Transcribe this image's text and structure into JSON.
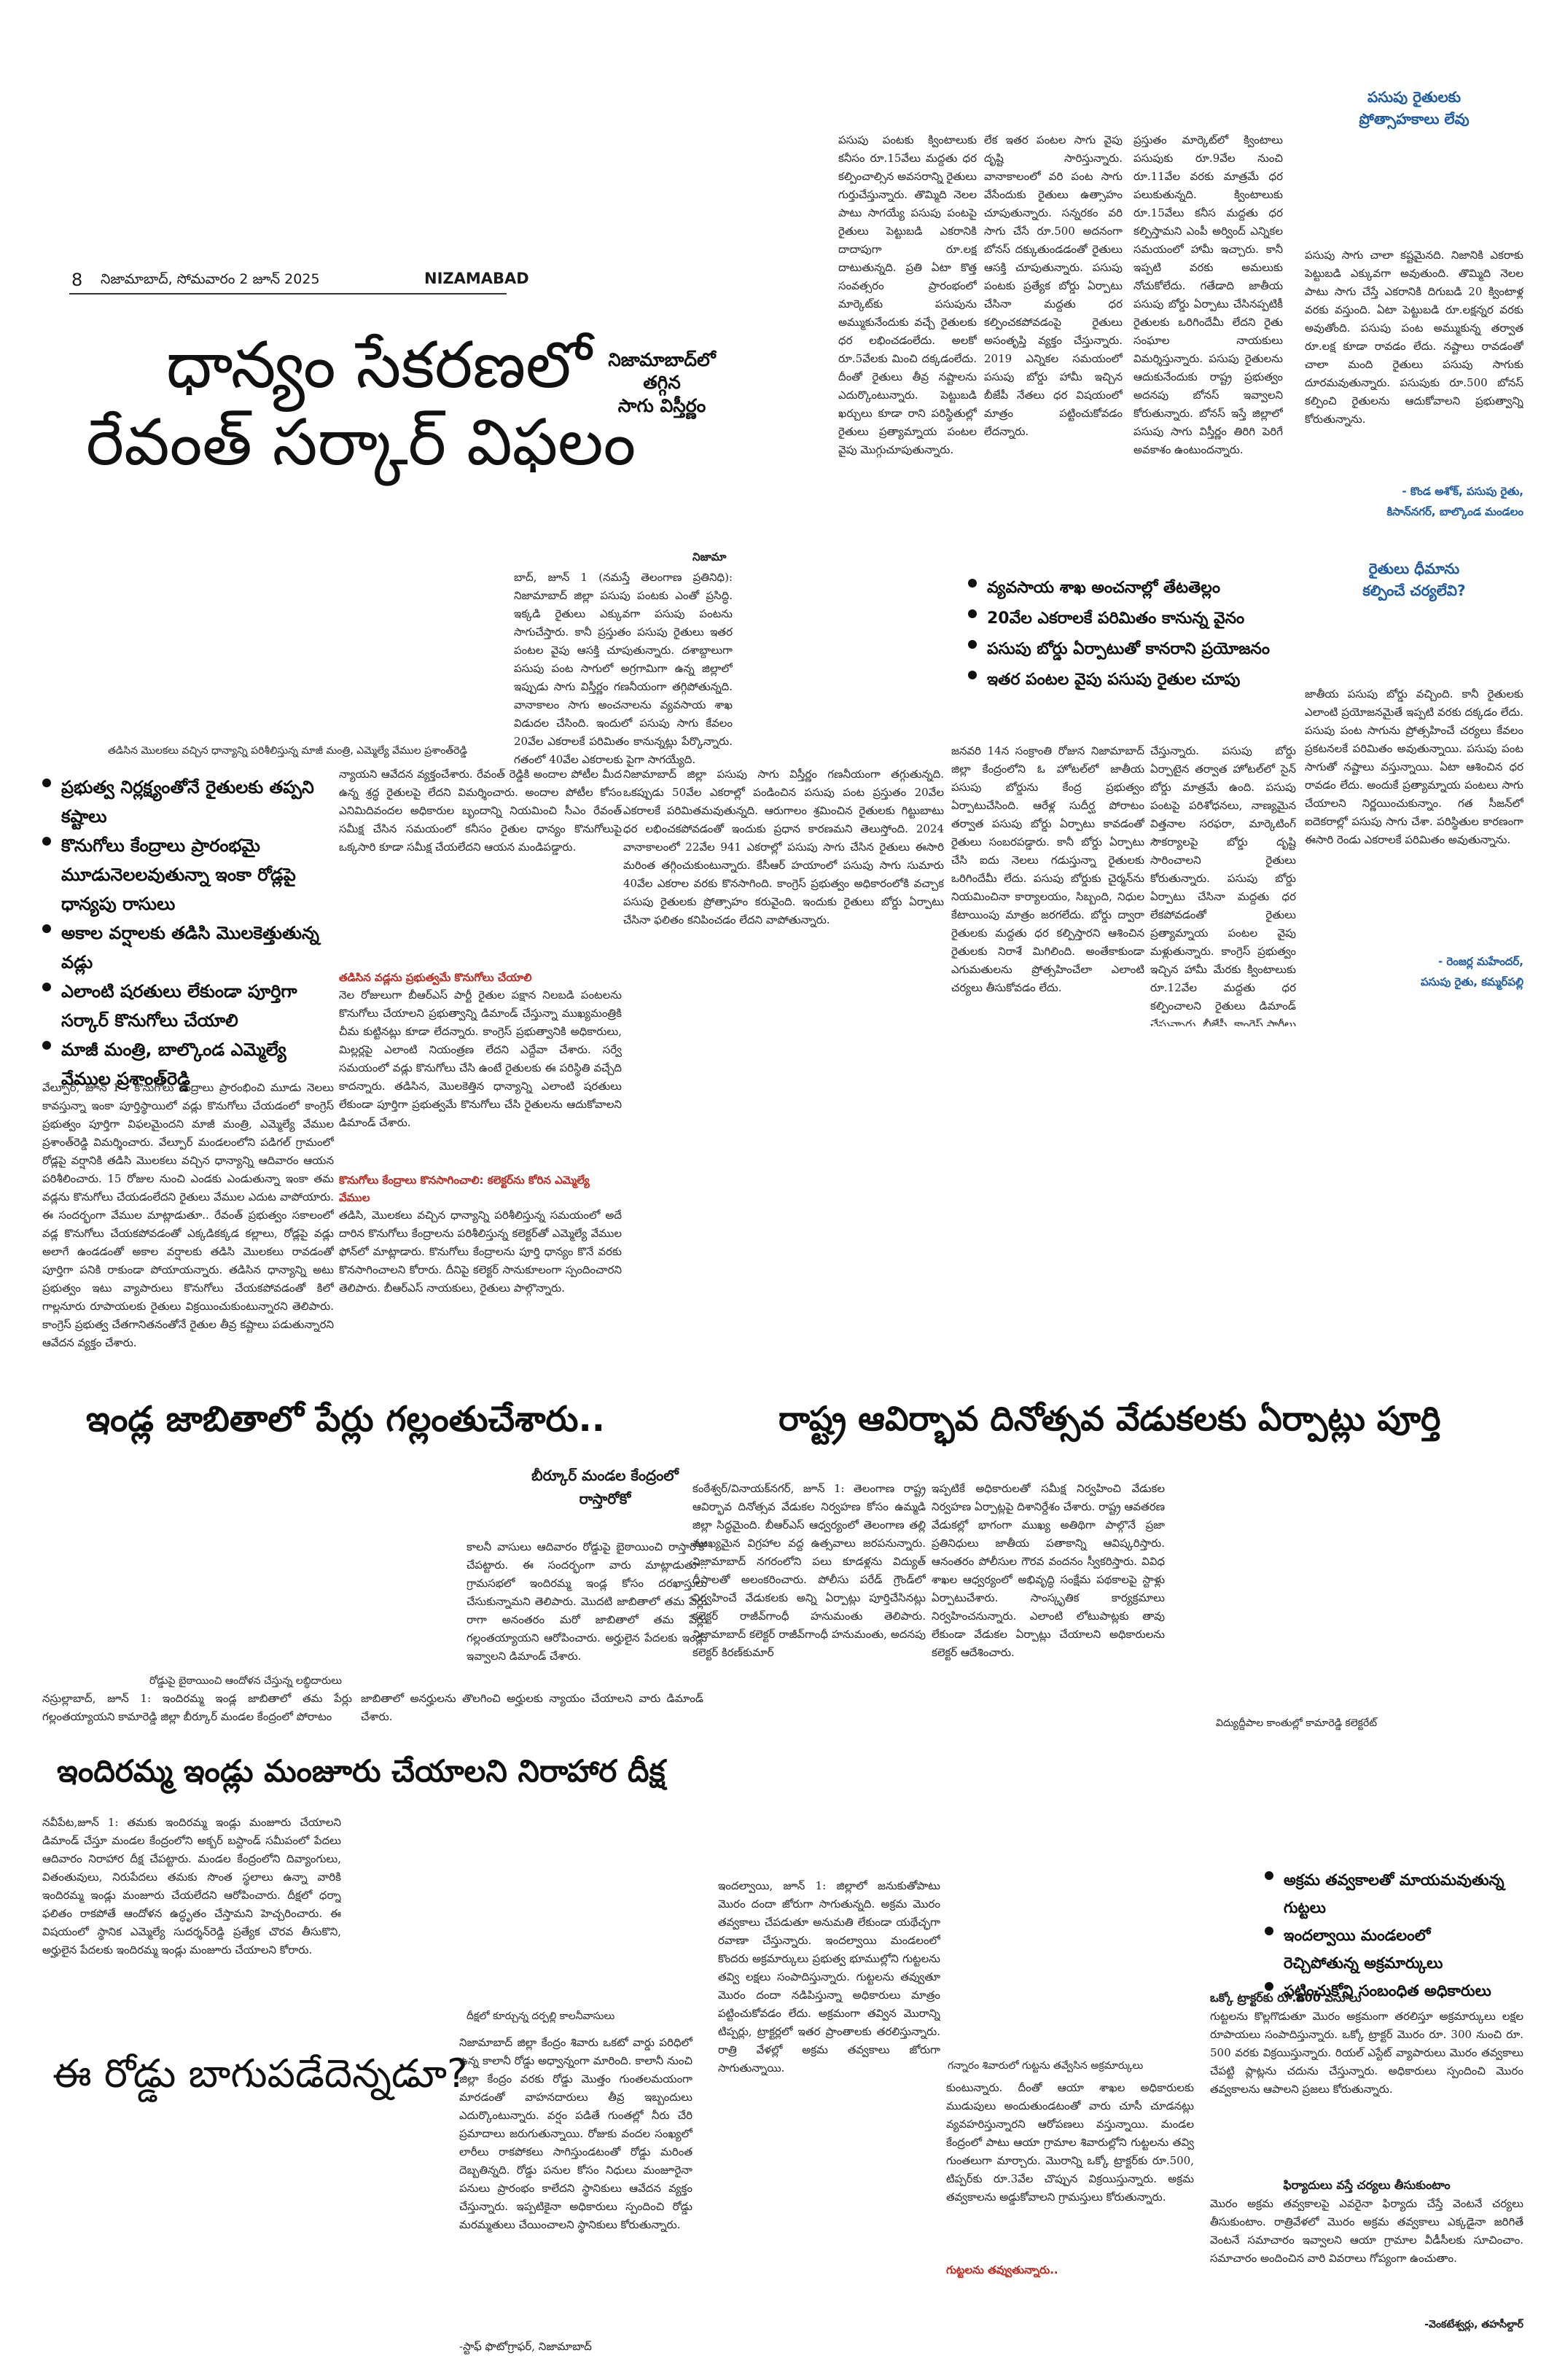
{
  "masthead": {
    "page_number": "8",
    "date_line": "నిజామాబాద్, సోమవారం 2 జూన్ 2025",
    "edition": "NIZAMABAD"
  },
  "story1": {
    "headline_line1": "ధాన్యం సేకరణలో",
    "headline_line2": "రేవంత్ సర్కార్ విఫలం",
    "photo_caption": "తడిసిన మొలకలు వచ్చిన ధాన్యాన్ని పరిశీలిస్తున్న మాజీ మంత్రి, ఎమ్మెల్యే వేముల ప్రశాంత్‌రెడ్డి",
    "bullets": [
      "ప్రభుత్వ నిర్లక్ష్యంతోనే రైతులకు తప్పని కష్టాలు",
      "కొనుగోలు కేంద్రాలు ప్రారంభమై మూడునెలలవుతున్నా ఇంకా రోడ్లపై ధాన్యపు రాసులు",
      "అకాల వర్షాలకు తడిసి మొలకెత్తుతున్న వడ్లు",
      "ఎలాంటి షరతులు లేకుండా పూర్తిగా సర్కార్ కొనుగోలు చేయాలి",
      "మాజీ మంత్రి, బాల్కొండ ఎమ్మెల్యే వేముల ప్రశాంత్‌రెడ్డి"
    ],
    "body_col1": "వేల్పూర్, జూన్ 1 : కొనుగోలు కేంద్రాలు ప్రారంభించి మూడు నెలలు కావస్తున్నా ఇంకా పూర్తిస్థాయిలో వడ్లు కొనుగోలు చేయడంలో కాంగ్రెస్ ప్రభుత్వం పూర్తిగా విఫలమైందని మాజీ మంత్రి, ఎమ్మెల్యే వేముల ప్రశాంత్‌రెడ్డి విమర్శించారు. వేల్పూర్ మండలంలోని పడిగల్ గ్రామంలో రోడ్లపై వర్షానికి తడిసి మొలకలు వచ్చిన ధాన్యాన్ని ఆదివారం ఆయన పరిశీలించారు. 15 రోజుల నుంచి ఎండకు ఎండుతున్నా ఇంకా తమ వడ్లను కొనుగోలు చేయడంలేదని రైతులు వేముల ఎదుట వాపోయారు. ఈ సందర్భంగా వేముల మాట్లాడుతూ.. రేవంత్ ప్రభుత్వం సకాలంలో వడ్ల కొనుగోలు చేయకపోవడంతో ఎక్కడికక్కడ కల్లాలు, రోడ్లపై వడ్లు అలాగే ఉండడంతో అకాల వర్షాలకు తడిసి మొలకలు రావడంతో పూర్తిగా పనికి రాకుండా పోయాయన్నారు. తడిసిన ధాన్యాన్ని అటు ప్రభుత్వం ఇటు వ్యాపారులు కొనుగోలు చేయకపోవడంతో కిలో గాల్లనూరు రూపాయలకు రైతులు విక్రయించుకుంటున్నారని తెలిపారు. కాంగ్రెస్ ప్రభుత్వ చేతగానితనంతోనే రైతుల తీవ్ర కష్టాలు పడుతున్నారని ఆవేదన వ్యక్తం చేశారు.",
    "body_col2": "న్యాయని ఆవేదన వ్యక్తంచేశారు. రేవంత్ రెడ్డికి అందాల పోటీల మీద ఉన్న శ్రద్ధ రైతులపై లేదని విమర్శించారు. అందాల పోటీల కోసం ఎనిమిదివందల అధికారుల బృందాన్ని నియమించి సీఎం రేవంత్ సమీక్ష చేసిన సమయంలో కనీసం రైతుల ధాన్యం కొనుగోలుపై ఒక్కసారి కూడా సమీక్ష చేయలేదని ఆయన మండిపడ్డారు.",
    "subhead_a": "తడిసిన వడ్లను ప్రభుత్వమే కొనుగోలు చేయాలి",
    "body_col2b": "నెల రోజులుగా బీఆర్ఎస్ పార్టీ రైతుల పక్షాన నిలబడి పంటలను కొనుగోలు చేయాలని ప్రభుత్వాన్ని డిమాండ్ చేస్తున్నా ముఖ్యమంత్రికి చీమ కుట్టినట్లు కూడా లేదన్నారు. కాంగ్రెస్ ప్రభుత్వానికి అధికారులు, మిల్లర్లపై ఎలాంటి నియంత్రణ లేదని ఎద్దేవా చేశారు. సర్వే సమయంలో వడ్లు కొనుగోలు చేసి ఉంటే రైతులకు ఈ పరిస్థితి వచ్చేది కాదన్నారు. తడిసిన, మొలకెత్తిన ధాన్యాన్ని ఎలాంటి షరతులు లేకుండా పూర్తిగా ప్రభుత్వమే కొనుగోలు చేసి రైతులను ఆదుకోవాలని డిమాండ్ చేశారు.",
    "subhead_b": "కొనుగోలు కేంద్రాలు కొనసాగించాలి: కలెక్టర్‌ను కోరిన ఎమ్మెల్యే వేముల",
    "body_col2c": "తడిసి, మొలకలు వచ్చిన ధాన్యాన్ని పరిశీలిస్తున్న సమయంలో అదే దారిన కొనుగోలు కేంద్రాలను పరిశీలిస్తున్న కలెక్టర్‌తో ఎమ్మెల్యే వేముల ఫోన్‌లో మాట్లాడారు. కొనుగోలు కేంద్రాలను పూర్తి ధాన్యం కొనే వరకు కొనసాగించాలని కోరారు. దీనిపై కలెక్టర్ సానుకూలంగా స్పందించారని తెలిపారు. బీఆర్ఎస్ నాయకులు, రైతులు పాల్గొన్నారు."
  },
  "story2": {
    "tag_line1": "నిజామాబాద్‌లో",
    "tag_line2": "తగ్గిన",
    "tag_line3": "సాగు విస్తీర్ణం",
    "body_col1": "పసుపు పంటకు క్వింటాలుకు కనీసం రూ.15వేలు మద్దతు ధర కల్పించాల్సిన అవసరాన్ని రైతులు గుర్తుచేస్తున్నారు. తొమ్మిది నెలల పాటు సాగయ్యే పసుపు పంటపై రైతులు పెట్టుబడి ఎకరానికి దాదాపుగా రూ.లక్ష దాటుతున్నది. ప్రతి ఏటా కొత్త సంవత్సరం ప్రారంభంలో మార్కెట్‌కు పసుపును అమ్ముకునేందుకు వచ్చే రైతులకు ధర లభించడంలేదు. అలకో రూ.5వేలకు మించి దక్కడంలేదు. దీంతో రైతులు తీవ్ర నష్టాలను ఎదుర్కొంటున్నారు. పెట్టుబడి ఖర్చులు కూడా రాని పరిస్థితుల్లో రైతులు ప్రత్యామ్నాయ పంటల వైపు మొగ్గుచూపుతున్నారు.",
    "body_col2": "లేక ఇతర పంటల సాగు వైపు దృష్టి సారిస్తున్నారు. వానాకాలంలో వరి పంట సాగు వేసేందుకు రైతులు ఉత్సాహం చూపుతున్నారు. సన్నరకం వరి సాగు చేసే రూ.500 అదనంగా బోనస్ దక్కుతుండడంతో రైతులు ఆసక్తి చూపుతున్నారు. పసుపు పంటకు ప్రత్యేక బోర్డు ఏర్పాటు చేసినా మద్దతు ధర కల్పించకపోవడంపై రైతులు అసంతృప్తి వ్యక్తం చేస్తున్నారు. 2019 ఎన్నికల సమయంలో పసుపు బోర్డు హామీ ఇచ్చిన బీజేపీ నేతలు ధర విషయంలో మాత్రం పట్టించుకోవడం లేదన్నారు.",
    "body_col3": "ప్రస్తుతం మార్కెట్‌లో క్వింటాలు పసుపుకు రూ.9వేల నుంచి రూ.11వేల వరకు మాత్రమే ధర పలుకుతున్నది. క్వింటాలుకు రూ.15వేలు కనీస మద్దతు ధర కల్పిస్తామని ఎంపీ అర్వింద్ ఎన్నికల సమయంలో హామీ ఇచ్చారు. కానీ ఇప్పటి వరకు అమలుకు నోచుకోలేదు. గతేడాది జాతీయ పసుపు బోర్డు ఏర్పాటు చేసినప్పటికీ రైతులకు ఒరిగిందేమీ లేదని రైతు సంఘాల నాయకులు విమర్శిస్తున్నారు. పసుపు రైతులను ఆదుకునేందుకు రాష్ట్ర ప్రభుత్వం అదనపు బోనస్ ఇవ్వాలని కోరుతున్నారు. బోనస్ ఇస్తే జిల్లాలో పసుపు సాగు విస్తీర్ణం తిరిగి పెరిగే అవకాశం ఉంటుందన్నారు."
  },
  "sidebar1": {
    "title_line1": "పసుపు రైతులకు",
    "title_line2": "ప్రోత్సాహకాలు లేవు",
    "body": "పసుపు సాగు చాలా కష్టమైనది. నిజానికి ఎకరాకు పెట్టుబడి ఎక్కువగా అవుతుంది. తొమ్మిది నెలల పాటు సాగు చేస్తే ఎకరానికి దిగుబడి 20 క్వింటాళ్ల వరకు వస్తుంది. ఏటా పెట్టుబడి రూ.లక్షన్నర వరకు అవుతోంది. పసుపు పంట అమ్ముకున్న తర్వాత రూ.లక్ష కూడా రావడం లేదు. నష్టాలు రావడంతో చాలా మంది రైతులు పసుపు సాగుకు దూరమవుతున్నారు. పసుపుకు రూ.500 బోనస్ కల్పించి రైతులను ఆదుకోవాలని ప్రభుత్వాన్ని కోరుతున్నాను.",
    "signature_line1": "- కొండ అశోక్, పసుపు రైతు,",
    "signature_line2": "కిసాన్‌నగర్, బాల్కొండ మండలం"
  },
  "sidebar2": {
    "title_line1": "రైతులు ధీమాను",
    "title_line2": "కల్పించే చర్యలేవి?",
    "body": "జాతీయ పసుపు బోర్డు వచ్చింది. కానీ రైతులకు ఎలాంటి ప్రయోజనమైతే ఇప్పటి వరకు దక్కడం లేదు. పసుపు పంట సాగును ప్రోత్సహించే చర్యలు కేవలం ప్రకటనలకే పరిమితం అవుతున్నాయి. పసుపు పంట సాగుతో నష్టాలు వస్తున్నాయి. ఏటా ఆశించిన ధర రావడం లేదు. అందుకే ప్రత్యామ్నాయ పంటలు సాగు చేయాలని నిర్ణయించుకున్నాం. గత సీజన్‌లో ఐదెకరాల్లో పసుపు సాగు చేశా. పరిస్థితుల కారణంగా ఈసారి రెండు ఎకరాలకే పరిమితం అవుతున్నాను.",
    "signature_line1": "- రెంజర్ల మహేందర్,",
    "signature_line2": "పసుపు రైతు, కమ్మర్‌పల్లి"
  },
  "story3": {
    "bullets": [
      "వ్యవసాయ శాఖ అంచనాల్లో తేటతెల్లం",
      "20వేల ఎకరాలకే పరిమితం కానున్న వైనం",
      "పసుపు బోర్డు ఏర్పాటుతో కానరాని ప్రయోజనం",
      "ఇతర పంటల వైపు పసుపు రైతుల చూపు"
    ],
    "dateline_word": "నిజామా",
    "body_col1": "బాద్, జూన్ 1 (నమస్తే తెలంగాణ ప్రతినిధి): నిజామాబాద్ జిల్లా పసుపు పంటకు ఎంతో ప్రసిద్ధి. ఇక్కడి రైతులు ఎక్కువగా పసుపు పంటను సాగుచేస్తారు. కానీ ప్రస్తుతం పసుపు రైతులు ఇతర పంటల వైపు ఆసక్తి చూపుతున్నారు. దశాబ్దాలుగా పసుపు పంట సాగులో అగ్రగామిగా ఉన్న జిల్లాలో ఇప్పుడు సాగు విస్తీర్ణం గణనీయంగా తగ్గిపోతున్నది. వానాకాలం సాగు అంచనాలను వ్యవసాయ శాఖ విడుదల చేసింది. ఇందులో పసుపు సాగు కేవలం 20వేల ఎకరాలకే పరిమితం కానున్నట్లు పేర్కొన్నారు. గతంలో 40వేల ఎకరాలకు పైగా సాగయ్యేది.",
    "body_col2": "నిజామాబాద్ జిల్లా పసుపు సాగు విస్తీర్ణం గణనీయంగా తగ్గుతున్నది. ఒకప్పుడు 50వేల ఎకరాల్లో పండించిన పసుపు పంట ప్రస్తుతం 20వేల ఎకరాలకే పరిమితమవుతున్నది. ఆరుగాలం శ్రమించిన రైతులకు గిట్టుబాటు ధర లభించకపోవడంతో ఇందుకు ప్రధాన కారణమని తెలుస్తోంది. 2024 వానాకాలంలో 22వేల 941 ఎకరాల్లో పసుపు సాగు చేసిన రైతులు ఈసారి మరింత తగ్గించుకుంటున్నారు. కేసీఆర్ హయాంలో పసుపు సాగు సుమారు 40వేల ఎకరాల వరకు కొనసాగింది. కాంగ్రెస్ ప్రభుత్వం అధికారంలోకి వచ్చాక పసుపు రైతులకు ప్రోత్సాహం కరువైంది. ఇందుకు రైతులు బోర్డు ఏర్పాటు చేసినా ఫలితం కనిపించడం లేదని వాపోతున్నారు.",
    "body_col3": "జనవరి 14న సంక్రాంతి రోజున నిజామాబాద్ జిల్లా కేంద్రంలోని ఓ హోటల్‌లో జాతీయ పసుపు బోర్డును కేంద్ర ప్రభుత్వం ఏర్పాటుచేసింది. ఆరేళ్ల సుదీర్ఘ పోరాటం తర్వాత పసుపు బోర్డు ఏర్పాటు కావడంతో రైతులు సంబరపడ్డారు. కానీ బోర్డు ఏర్పాటు చేసి ఐదు నెలలు గడుస్తున్నా రైతులకు ఒరిగిందేమీ లేదు. పసుపు బోర్డుకు చైర్మన్‌ను నియమించినా కార్యాలయం, సిబ్బంది, నిధుల కేటాయింపు మాత్రం జరగలేదు. బోర్డు ద్వారా రైతులకు మద్దతు ధర కల్పిస్తారని ఆశించిన రైతులకు నిరాశే మిగిలింది. అంతేకాకుండా ఎగుమతులను ప్రోత్సహించేలా ఎలాంటి చర్యలు తీసుకోవడం లేదు.",
    "body_col4": "చేస్తున్నారు. పసుపు బోర్డు ఏర్పాటైన తర్వాత హోటల్‌లో సైన్ బోర్డు మాత్రమే ఉంది. పసుపు పంటపై పరిశోధనలు, నాణ్యమైన విత్తనాల సరఫరా, మార్కెటింగ్ సౌకర్యాలపై బోర్డు దృష్టి సారించాలని రైతులు కోరుతున్నారు. పసుపు బోర్డు ఏర్పాటు చేసినా మద్దతు ధర లేకపోవడంతో రైతులు ప్రత్యామ్నాయ పంటల వైపు మళ్లుతున్నారు. కాంగ్రెస్ ప్రభుత్వం ఇచ్చిన హామీ మేరకు క్వింటాలుకు రూ.12వేల మద్దతు ధర కల్పించాలని రైతులు డిమాండ్ చేస్తున్నారు. బీజేపీ, కాంగ్రెస్ పార్టీలు పసుపు రైతులను మోసం చేశాయని ఆరోపిస్తున్నారు."
  },
  "story4": {
    "headline": "ఇండ్ల జాబితాలో పేర్లు గల్లంతుచేశారు..",
    "subhead_line1": "బీర్కూర్ మండల కేంద్రంలో",
    "subhead_line2": "రాస్తారోకో",
    "photo_caption": "రోడ్డుపై బైఠాయించి ఆందోళన చేస్తున్న లబ్ధిదారులు",
    "body_main": "కాలనీ వాసులు ఆదివారం రోడ్డుపై బైఠాయించి రాస్తారోకో చేపట్టారు. ఈ సందర్భంగా వారు మాట్లాడుతూ.. గ్రామసభలో ఇందిరమ్మ ఇండ్ల కోసం దరఖాస్తులు చేసుకున్నామని తెలిపారు. మొదటి జాబితాలో తమ పేర్లు రాగా అనంతరం మరో జాబితాలో తమ పేర్లు గల్లంతయ్యాయని ఆరోపించారు. అర్హులైన పేదలకు ఇండ్లు ఇవ్వాలని డిమాండ్ చేశారు.",
    "body_bottom_left": "నస్రుల్లాబాద్, జూన్ 1: ఇందిరమ్మ ఇండ్ల జాబితాలో తమ పేర్లు గల్లంతయ్యాయని కామారెడ్డి జిల్లా బీర్కూర్ మండల కేంద్రంలో పోరాటం",
    "body_bottom_right": "జాబితాలో అనర్హులను తొలగించి అర్హులకు న్యాయం చేయాలని వారు డిమాండ్ చేశారు."
  },
  "story5": {
    "headline": "రాష్ట్ర ఆవిర్భావ దినోత్సవ వేడుకలకు ఏర్పాట్లు పూర్తి",
    "body_col1": "కంఠేశ్వర్/వినాయక్‌నగర్, జూన్ 1: తెలంగాణ రాష్ట్ర ఆవిర్భావ దినోత్సవ వేడుకల నిర్వహణ కోసం ఉమ్మడి జిల్లా సిద్ధమైంది. బీఆర్ఎస్ ఆధ్వర్యంలో తెలంగాణ తల్లి ముఖ్యమైన విగ్రహాల వద్ద ఉత్సవాలు జరపనున్నారు. నిజామాబాద్ నగరంలోని పలు కూడళ్లను విద్యుత్ దీపాలతో అలంకరించారు. పోలీసు పరేడ్ గ్రౌండ్‌లో నిర్వహించే వేడుకలకు అన్ని ఏర్పాట్లు పూర్తిచేసినట్లు కలెక్టర్ రాజీవ్‌గాంధీ హనుమంతు తెలిపారు. నిజామాబాద్ కలెక్టర్ రాజీవ్‌గాంధీ హనుమంతు, అదనపు కలెక్టర్ కిరణ్‌కుమార్",
    "body_col2": "ఇప్పటికే అధికారులతో సమీక్ష నిర్వహించి వేడుకల నిర్వహణ ఏర్పాట్లపై దిశానిర్దేశం చేశారు. రాష్ట్ర ఆవతరణ వేడుకల్లో భాగంగా ముఖ్య అతిథిగా పాల్గొనే ప్రజా ప్రతినిధులు జాతీయ పతాకాన్ని ఆవిష్కరిస్తారు. ఆనంతరం పోలీసుల గౌరవ వందనం స్వీకరిస్తారు. వివిధ శాఖల ఆధ్వర్యంలో అభివృద్ధి సంక్షేమ పథకాలపై స్టాళ్లు ఏర్పాటుచేశారు. సాంస్కృతిక కార్యక్రమాలు నిర్వహించనున్నారు. ఎలాంటి లోటుపాట్లకు తావు లేకుండా వేడుకల ఏర్పాట్లు చేయాలని అధికారులను కలెక్టర్ ఆదేశించారు.",
    "photo_caption": "విద్యుద్దీపాల కాంతుల్లో కామారెడ్డి కలెక్టరేట్"
  },
  "story6": {
    "headline": "ఇందిరమ్మ ఇండ్లు మంజూరు చేయాలని నిరాహార దీక్ష",
    "body": "నవీపేట,జూన్ 1: తమకు ఇందిరమ్మ ఇండ్లు మంజూరు చేయాలని డిమాండ్ చేస్తూ మండల కేంద్రంలోని అక్బర్ బస్టాండ్ సమీపంలో పేదలు ఆదివారం నిరాహార దీక్ష చేపట్టారు. మండల కేంద్రంలోని దివ్యాంగులు, వితంతువులు, నిరుపేదలు తమకు సొంత స్థలాలు ఉన్నా వారికి ఇందిరమ్మ ఇండ్లు మంజూరు చేయలేదని ఆరోపించారు. దీక్షలో ధర్నా ఫలితం రాకపోతే ఆందోళన ఉద్ధృతం చేస్తామని హెచ్చరించారు. ఈ విషయంలో స్థానిక ఎమ్మెల్యే సుదర్శన్‌రెడ్డి ప్రత్యేక చొరవ తీసుకొని, అర్హులైన పేదలకు ఇందిరమ్మ ఇండ్లు మంజూరు చేయాలని కోరారు.",
    "photo_caption": "దీక్షలో కూర్చున్న దర్పల్లి కాలనీవాసులు"
  },
  "story7": {
    "headline": "ఈ రోడ్డు బాగుపడేదెన్నడూ?",
    "body": "నిజామాబాద్ జిల్లా కేంద్రం శివారు ఒకటో వార్డు పరిధిలో ఉన్న కాలానీ రోడ్డు అధ్వాన్నంగా మారింది. కాలానీ నుంచి జిల్లా కేంద్రం వరకు రోడ్డు మొత్తం గుంతలమయంగా మారడంతో వాహనదారులు తీవ్ర ఇబ్బందులు ఎదుర్కొంటున్నారు. వర్షం పడితే గుంతల్లో నీరు చేరి ప్రమాదాలు జరుగుతున్నాయి. రోజుకు వందల సంఖ్యలో లారీలు రాకపోకలు సాగిస్తుండటంతో రోడ్డు మరింత దెబ్బతిన్నది. రోడ్డు పనుల కోసం నిధులు మంజూరైనా పనులు ప్రారంభం కాలేదని స్థానికులు ఆవేదన వ్యక్తం చేస్తున్నారు. ఇప్పటికైనా అధికారులు స్పందించి రోడ్డు మరమ్మతులు చేయించాలని స్థానికులు కోరుతున్నారు.",
    "signature": "-స్టాఫ్ ఫొటోగ్రాఫర్, నిజామాబాద్"
  },
  "story8": {
    "bullets": [
      "అక్రమ తవ్వకాలతో మాయమవుతున్న గుట్టలు",
      "ఇందల్వాయి మండలంలో రెచ్చిపోతున్న అక్రమార్కులు",
      "పట్టించుకోని సంబంధిత అధికారులు"
    ],
    "photo_caption": "గన్నారం శివారులో గుట్టను తవ్వేసిన అక్రమార్కులు",
    "body_col1": "ఇందల్వాయి, జూన్ 1: జిల్లాలో జనుకుతోపాటు మొరం దందా జోరుగా సాగుతున్నది. అక్రమ మొరం తవ్వకాలు చేపడుతూ అనుమతి లేకుండా యథేచ్ఛగా రవాణా చేస్తున్నారు. ఇందల్వాయి మండలంలో కొందరు అక్రమార్కులు ప్రభుత్వ భూముల్లోని గుట్టలను తవ్వి లక్షలు సంపాదిస్తున్నారు. గుట్టలను తవ్వుతూ మొరం దందా నడిపిస్తున్నా అధికారులు మాత్రం పట్టించుకోవడం లేదు. అక్రమంగా తవ్విన మొరాన్ని టిప్పర్లు, ట్రాక్టర్లలో ఇతర ప్రాంతాలకు తరలిస్తున్నారు. రాత్రి వేళల్లో అక్రమ తవ్వకాలు జోరుగా సాగుతున్నాయి.",
    "subhead": "గుట్టలను తవ్వుతున్నారు..",
    "body_col2": "కుంటున్నారు. దీంతో ఆయా శాఖల అధికారులకు ముడుపులు అందుతుండటంతో వారు చూసీ చూడనట్లు వ్యవహరిస్తున్నారని ఆరోపణలు వస్తున్నాయి. మండల కేంద్రంలో పాటు ఆయా గ్రామాల శివారుల్లోని గుట్టలను తవ్వి గుంతలుగా మార్చారు. మొరాన్ని ఒక్కో ట్రాక్టర్‌కు రూ.500, టిప్పర్‌కు రూ.3వేల చొప్పున విక్రయిస్తున్నారు. అక్రమ తవ్వకాలను అడ్డుకోవాలని గ్రామస్తులు కోరుతున్నారు.",
    "sub_box_title": "ఒక్కో ట్రాక్టర్‌కు రూ.500 వసూలు",
    "sub_box_body": "గుట్టలను కొల్లగొడుతూ మొరం అక్రమంగా తరలిస్తూ అక్రమార్కులు లక్షల రూపాయలు సంపాదిస్తున్నారు. ఒక్కో ట్రాక్టర్ మొరం రూ. 300 నుంచి రూ. 500 వరకు విక్రయిస్తున్నారు. రియల్ ఎస్టేట్ వ్యాపారులు మొరం తవ్వకాలు చేపట్టి ప్లాట్లను చదును చేస్తున్నారు. అధికారులు స్పందించి మొరం తవ్వకాలను ఆపాలని ప్రజలు కోరుతున్నారు.",
    "sub_box2_title": "ఫిర్యాదులు వస్తే చర్యలు తీసుకుంటాం",
    "sub_box2_body": "మొరం అక్రమ తవ్వకాలపై ఎవరైనా ఫిర్యాదు చేస్తే వెంటనే చర్యలు తీసుకుంటాం. రాత్రివేళలో మొరం అక్రమ తవ్వకాలు ఎక్కడైనా జరిగితే వెంటనే సమాచారం ఇవ్వాలని ఆయా గ్రామాల వీడీసీలకు సూచించాం. సమాచారం అందించిన వారి వివరాలు గోప్యంగా ఉంచుతాం.",
    "sub_box2_sig": "-వెంకటేశ్వర్లు, తహసీల్దార్"
  }
}
